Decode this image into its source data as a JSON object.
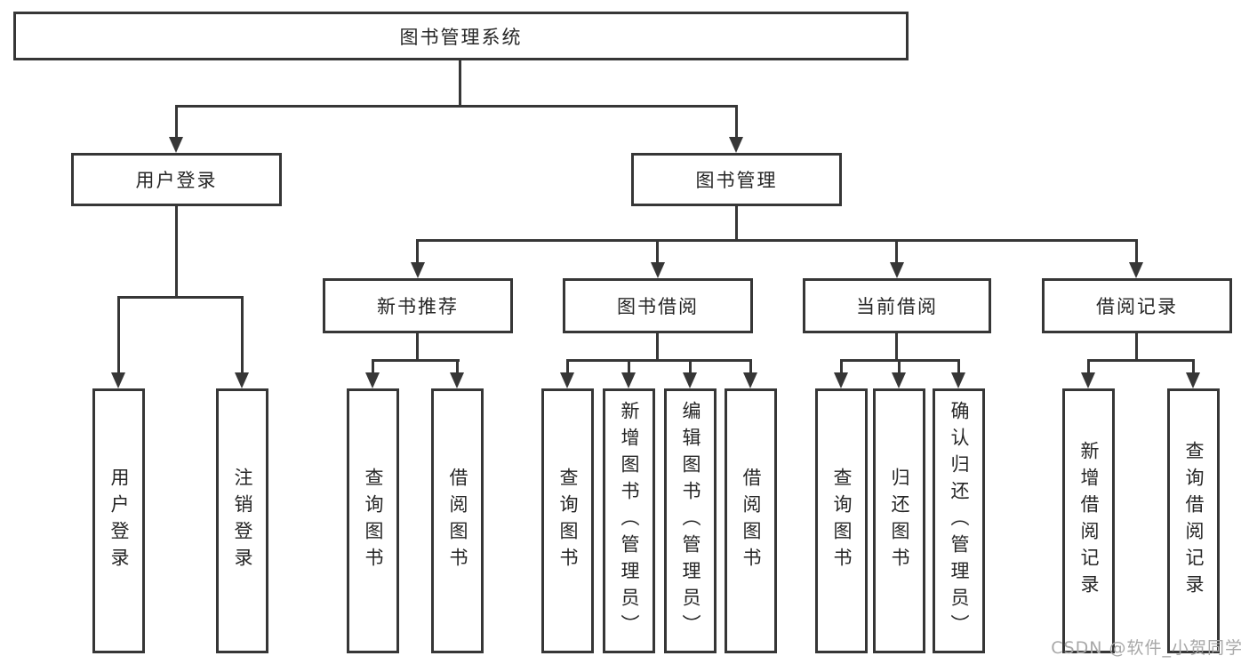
{
  "title": "图书管理系统",
  "hierarchy": {
    "label": "图书管理系统",
    "children": [
      {
        "label": "用户登录",
        "children": [
          {
            "label": "用户登录"
          },
          {
            "label": "注销登录"
          }
        ]
      },
      {
        "label": "图书管理",
        "children": [
          {
            "label": "新书推荐",
            "children": [
              {
                "label": "查询图书"
              },
              {
                "label": "借阅图书"
              }
            ]
          },
          {
            "label": "图书借阅",
            "children": [
              {
                "label": "查询图书"
              },
              {
                "label": "新增图书（管理员）"
              },
              {
                "label": "编辑图书（管理员）"
              },
              {
                "label": "借阅图书"
              }
            ]
          },
          {
            "label": "当前借阅",
            "children": [
              {
                "label": "查询图书"
              },
              {
                "label": "归还图书"
              },
              {
                "label": "确认归还（管理员）"
              }
            ]
          },
          {
            "label": "借阅记录",
            "children": [
              {
                "label": "新增借阅记录"
              },
              {
                "label": "查询借阅记录"
              }
            ]
          }
        ]
      }
    ]
  },
  "watermark": {
    "text": "CSDN @软件_小贺同学"
  },
  "colors": {
    "line": "#363636",
    "text": "#262626",
    "background": "#ffffff",
    "watermark": "#a8a8a8"
  }
}
